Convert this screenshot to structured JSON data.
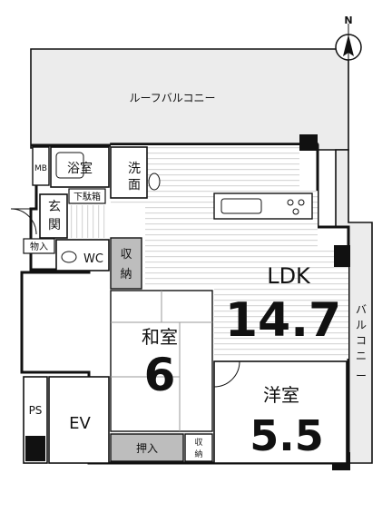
{
  "compass": {
    "letter": "N",
    "icon": "north-arrow-icon"
  },
  "rooms": {
    "roof_balcony": "ルーフバルコニー",
    "balcony": "バルコニー",
    "mb": "MB",
    "bath": "浴室",
    "washroom": "洗面",
    "entrance": "玄関",
    "shoe_cabinet": "下駄箱",
    "storage_small": "物入",
    "wc": "WC",
    "storage_ldk": "収納",
    "ldk_label": "LDK",
    "ldk_size": "14.7",
    "washitsu_label": "和室",
    "washitsu_size": "6",
    "youshitsu_label": "洋室",
    "youshitsu_size": "5.5",
    "oshiire": "押入",
    "storage_bottom": "収納",
    "ps": "PS",
    "ev": "EV"
  },
  "colors": {
    "wall": "#111111",
    "balcony_fill": "#ececec",
    "floor_stripe": "#d8d8d8",
    "storage_fill": "#bdbdbd",
    "tatami_line": "#9a9a9a"
  }
}
